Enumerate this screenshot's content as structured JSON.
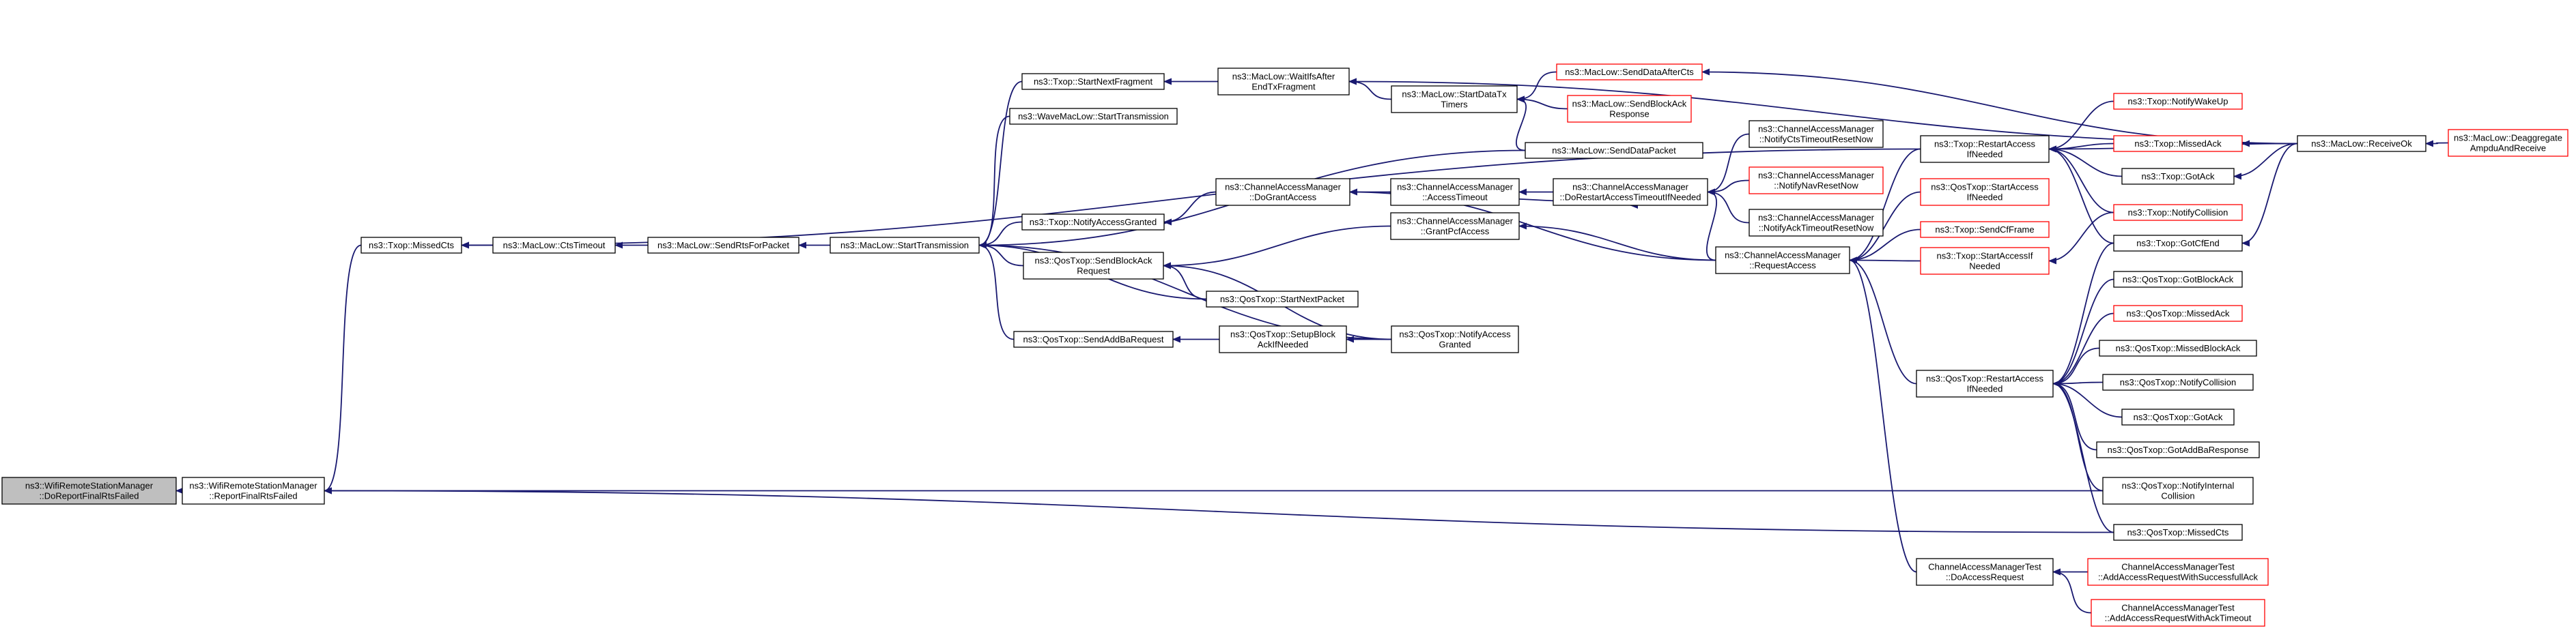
{
  "colors": {
    "edge": "#191970",
    "node_border": "#000000",
    "red_border": "#ff0000",
    "root_fill": "#bfbfbf",
    "node_fill": "#ffffff"
  },
  "nodes": [
    {
      "id": "root",
      "lines": [
        "ns3::WifiRemoteStationManager",
        "::DoReportFinalRtsFailed"
      ],
      "style": "root"
    },
    {
      "id": "rfrf",
      "lines": [
        "ns3::WifiRemoteStationManager",
        "::ReportFinalRtsFailed"
      ],
      "style": "normal"
    },
    {
      "id": "missedcts",
      "lines": [
        "ns3::Txop::MissedCts"
      ],
      "style": "normal"
    },
    {
      "id": "ctstimeout",
      "lines": [
        "ns3::MacLow::CtsTimeout"
      ],
      "style": "normal"
    },
    {
      "id": "sendrts",
      "lines": [
        "ns3::MacLow::SendRtsForPacket"
      ],
      "style": "normal"
    },
    {
      "id": "starttx",
      "lines": [
        "ns3::MacLow::StartTransmission"
      ],
      "style": "normal"
    },
    {
      "id": "snf",
      "lines": [
        "ns3::Txop::StartNextFragment"
      ],
      "style": "normal"
    },
    {
      "id": "wavest",
      "lines": [
        "ns3::WaveMacLow::StartTransmission"
      ],
      "style": "normal"
    },
    {
      "id": "notifyag",
      "lines": [
        "ns3::Txop::NotifyAccessGranted"
      ],
      "style": "normal"
    },
    {
      "id": "qsendbar",
      "lines": [
        "ns3::QosTxop::SendBlockAck",
        "Request"
      ],
      "style": "normal"
    },
    {
      "id": "qsnp",
      "lines": [
        "ns3::QosTxop::StartNextPacket"
      ],
      "style": "normal"
    },
    {
      "id": "qsaddba",
      "lines": [
        "ns3::QosTxop::SendAddBaRequest"
      ],
      "style": "normal"
    },
    {
      "id": "qsetup",
      "lines": [
        "ns3::QosTxop::SetupBlock",
        "AckIfNeeded"
      ],
      "style": "normal"
    },
    {
      "id": "qnag",
      "lines": [
        "ns3::QosTxop::NotifyAccess",
        "Granted"
      ],
      "style": "normal"
    },
    {
      "id": "waitifafter",
      "lines": [
        "ns3::MacLow::WaitIfsAfter",
        "EndTxFragment"
      ],
      "style": "normal"
    },
    {
      "id": "startdatatx",
      "lines": [
        "ns3::MacLow::StartDataTx",
        "Timers"
      ],
      "style": "normal"
    },
    {
      "id": "senddataaftercts",
      "lines": [
        "ns3::MacLow::SendDataAfterCts"
      ],
      "style": "red"
    },
    {
      "id": "sendblockackresp",
      "lines": [
        "ns3::MacLow::SendBlockAck",
        "Response"
      ],
      "style": "red"
    },
    {
      "id": "senddatapacket",
      "lines": [
        "ns3::MacLow::SendDataPacket"
      ],
      "style": "normal"
    },
    {
      "id": "camdogrant",
      "lines": [
        "ns3::ChannelAccessManager",
        "::DoGrantAccess"
      ],
      "style": "normal"
    },
    {
      "id": "camaccesstimeout",
      "lines": [
        "ns3::ChannelAccessManager",
        "::AccessTimeout"
      ],
      "style": "normal"
    },
    {
      "id": "camdorestart",
      "lines": [
        "ns3::ChannelAccessManager",
        "::DoRestartAccessTimeoutIfNeeded"
      ],
      "style": "normal"
    },
    {
      "id": "camgrantpcf",
      "lines": [
        "ns3::ChannelAccessManager",
        "::GrantPcfAccess"
      ],
      "style": "normal"
    },
    {
      "id": "camnotifycts",
      "lines": [
        "ns3::ChannelAccessManager",
        "::NotifyCtsTimeoutResetNow"
      ],
      "style": "normal"
    },
    {
      "id": "camnotifynav",
      "lines": [
        "ns3::ChannelAccessManager",
        "::NotifyNavResetNow"
      ],
      "style": "red"
    },
    {
      "id": "camnotifyack",
      "lines": [
        "ns3::ChannelAccessManager",
        "::NotifyAckTimeoutResetNow"
      ],
      "style": "normal"
    },
    {
      "id": "camrequest",
      "lines": [
        "ns3::ChannelAccessManager",
        "::RequestAccess"
      ],
      "style": "normal"
    },
    {
      "id": "txoprestart",
      "lines": [
        "ns3::Txop::RestartAccess",
        "IfNeeded"
      ],
      "style": "normal"
    },
    {
      "id": "qosstartaccess",
      "lines": [
        "ns3::QosTxop::StartAccess",
        "IfNeeded"
      ],
      "style": "red"
    },
    {
      "id": "sendcfframe",
      "lines": [
        "ns3::Txop::SendCfFrame"
      ],
      "style": "red"
    },
    {
      "id": "txopstartaccess",
      "lines": [
        "ns3::Txop::StartAccessIf",
        "Needed"
      ],
      "style": "red"
    },
    {
      "id": "notifywakeup",
      "lines": [
        "ns3::Txop::NotifyWakeUp"
      ],
      "style": "red"
    },
    {
      "id": "txopmissedack",
      "lines": [
        "ns3::Txop::MissedAck"
      ],
      "style": "red"
    },
    {
      "id": "txopgotack",
      "lines": [
        "ns3::Txop::GotAck"
      ],
      "style": "normal"
    },
    {
      "id": "txopnotifycoll",
      "lines": [
        "ns3::Txop::NotifyCollision"
      ],
      "style": "red"
    },
    {
      "id": "txopgotcfend",
      "lines": [
        "ns3::Txop::GotCfEnd"
      ],
      "style": "normal"
    },
    {
      "id": "receiveok",
      "lines": [
        "ns3::MacLow::ReceiveOk"
      ],
      "style": "normal"
    },
    {
      "id": "deaggregate",
      "lines": [
        "ns3::MacLow::Deaggregate",
        "AmpduAndReceive"
      ],
      "style": "red"
    },
    {
      "id": "qosrestart",
      "lines": [
        "ns3::QosTxop::RestartAccess",
        "IfNeeded"
      ],
      "style": "normal"
    },
    {
      "id": "qgotblockack",
      "lines": [
        "ns3::QosTxop::GotBlockAck"
      ],
      "style": "normal"
    },
    {
      "id": "qmissedack",
      "lines": [
        "ns3::QosTxop::MissedAck"
      ],
      "style": "red"
    },
    {
      "id": "qmissedblockack",
      "lines": [
        "ns3::QosTxop::MissedBlockAck"
      ],
      "style": "normal"
    },
    {
      "id": "qnotifycoll",
      "lines": [
        "ns3::QosTxop::NotifyCollision"
      ],
      "style": "normal"
    },
    {
      "id": "qgotack",
      "lines": [
        "ns3::QosTxop::GotAck"
      ],
      "style": "normal"
    },
    {
      "id": "qgotaddba",
      "lines": [
        "ns3::QosTxop::GotAddBaResponse"
      ],
      "style": "normal"
    },
    {
      "id": "qnotifyinternal",
      "lines": [
        "ns3::QosTxop::NotifyInternal",
        "Collision"
      ],
      "style": "normal"
    },
    {
      "id": "qmissedcts",
      "lines": [
        "ns3::QosTxop::MissedCts"
      ],
      "style": "normal"
    },
    {
      "id": "camtestdoaccess",
      "lines": [
        "ChannelAccessManagerTest",
        "::DoAccessRequest"
      ],
      "style": "normal"
    },
    {
      "id": "camtestaddsucc",
      "lines": [
        "ChannelAccessManagerTest",
        "::AddAccessRequestWithSuccessfullAck"
      ],
      "style": "red"
    },
    {
      "id": "camtestaddtimeout",
      "lines": [
        "ChannelAccessManagerTest",
        "::AddAccessRequestWithAckTimeout"
      ],
      "style": "red"
    }
  ],
  "edges": [
    [
      "rfrf",
      "root"
    ],
    [
      "missedcts",
      "rfrf"
    ],
    [
      "qnotifyinternal",
      "rfrf"
    ],
    [
      "qmissedcts",
      "rfrf"
    ],
    [
      "ctstimeout",
      "missedcts"
    ],
    [
      "txoprestart",
      "missedcts"
    ],
    [
      "sendrts",
      "ctstimeout"
    ],
    [
      "starttx",
      "sendrts"
    ],
    [
      "snf",
      "starttx"
    ],
    [
      "wavest",
      "starttx"
    ],
    [
      "notifyag",
      "starttx"
    ],
    [
      "qsendbar",
      "starttx"
    ],
    [
      "qsnp",
      "starttx"
    ],
    [
      "qsaddba",
      "starttx"
    ],
    [
      "qnag",
      "starttx"
    ],
    [
      "senddatapacket",
      "starttx"
    ],
    [
      "waitifafter",
      "snf"
    ],
    [
      "startdatatx",
      "waitifafter"
    ],
    [
      "receiveok",
      "waitifafter"
    ],
    [
      "senddataaftercts",
      "startdatatx"
    ],
    [
      "sendblockackresp",
      "startdatatx"
    ],
    [
      "senddatapacket",
      "startdatatx"
    ],
    [
      "receiveok",
      "senddataaftercts"
    ],
    [
      "camdogrant",
      "notifyag"
    ],
    [
      "camaccesstimeout",
      "camdogrant"
    ],
    [
      "camrequest",
      "camdogrant"
    ],
    [
      "camdorestart",
      "camaccesstimeout"
    ],
    [
      "camaccesstimeout",
      "camdorestart"
    ],
    [
      "camnotifycts",
      "camdorestart"
    ],
    [
      "camnotifynav",
      "camdorestart"
    ],
    [
      "camnotifyack",
      "camdorestart"
    ],
    [
      "camrequest",
      "camdorestart"
    ],
    [
      "camgrantpcf",
      "qsendbar"
    ],
    [
      "camrequest",
      "camgrantpcf"
    ],
    [
      "qsnp",
      "qsendbar"
    ],
    [
      "qnag",
      "qsendbar"
    ],
    [
      "qsetup",
      "qsaddba"
    ],
    [
      "qnag",
      "qsetup"
    ],
    [
      "txoprestart",
      "camrequest"
    ],
    [
      "qosstartaccess",
      "camrequest"
    ],
    [
      "sendcfframe",
      "camrequest"
    ],
    [
      "txopstartaccess",
      "camrequest"
    ],
    [
      "qosrestart",
      "camrequest"
    ],
    [
      "camtestdoaccess",
      "camrequest"
    ],
    [
      "notifywakeup",
      "txoprestart"
    ],
    [
      "txopmissedack",
      "txoprestart"
    ],
    [
      "txopgotack",
      "txoprestart"
    ],
    [
      "txopnotifycoll",
      "txoprestart"
    ],
    [
      "txopgotcfend",
      "txoprestart"
    ],
    [
      "receiveok",
      "txoprestart"
    ],
    [
      "receiveok",
      "txopmissedack"
    ],
    [
      "receiveok",
      "txopgotack"
    ],
    [
      "receiveok",
      "txopgotcfend"
    ],
    [
      "deaggregate",
      "receiveok"
    ],
    [
      "txopnotifycoll",
      "txopstartaccess"
    ],
    [
      "txopgotcfend",
      "qosrestart"
    ],
    [
      "qgotblockack",
      "qosrestart"
    ],
    [
      "qmissedack",
      "qosrestart"
    ],
    [
      "qmissedblockack",
      "qosrestart"
    ],
    [
      "qnotifycoll",
      "qosrestart"
    ],
    [
      "qgotack",
      "qosrestart"
    ],
    [
      "qgotaddba",
      "qosrestart"
    ],
    [
      "qnotifyinternal",
      "qosrestart"
    ],
    [
      "qmissedcts",
      "qosrestart"
    ],
    [
      "camtestaddsucc",
      "camtestdoaccess"
    ],
    [
      "camtestaddtimeout",
      "camtestdoaccess"
    ]
  ]
}
